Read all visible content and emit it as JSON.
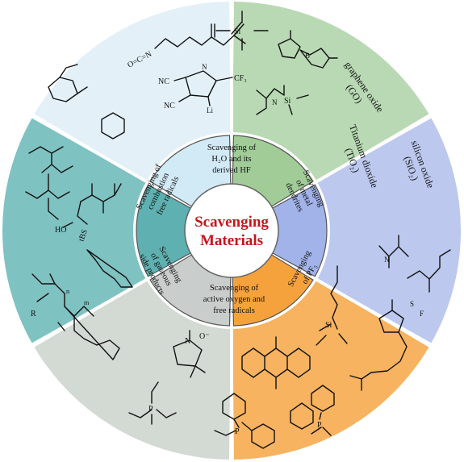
{
  "center": {
    "line1": "Scavenging",
    "line2": "Materials"
  },
  "categories": {
    "h2o_hf": [
      "Scavenging of",
      "H₂O and its",
      "derived HF"
    ],
    "metal_dendrites": [
      "Scavenging",
      "of metal",
      "dendrites"
    ],
    "pf5": [
      "Scavenging",
      "of PF₅"
    ],
    "active_oxygen": [
      "Scavenging of",
      "active oxygen and",
      "free radicals"
    ],
    "gaseous": [
      "Scavenging",
      "of gaseous",
      "side products"
    ],
    "combustion": [
      "Scavenging of",
      "combustion",
      "free radicals"
    ]
  },
  "oxides": {
    "graphene": [
      "graphene oxide",
      "(GO)"
    ],
    "silicon": [
      "silicon oxide",
      "(SiO₂)"
    ],
    "titanium": [
      "Titanium dioxide",
      "(TiO₂)"
    ]
  },
  "structure_labels": {
    "cf3": "CF₃",
    "nc_top": "NC",
    "nc_bottom": "NC",
    "li": "Li",
    "n_imid": "N",
    "n_amine": "N",
    "si_amine": "Si",
    "si_siloxane": "Si",
    "b_borate": "B",
    "ocn": "O=C=N",
    "tbs": "tBS",
    "ho": "HO",
    "r_group": "R",
    "n_sub": "n",
    "m_sub": "m",
    "n_nitrone": "N",
    "o_minus": "O⁻",
    "p_phos": "P",
    "p_phosphine": "P",
    "p_oxide": "P",
    "s_fsi": "S",
    "f_label": "F",
    "si_pf5": "Si",
    "n_pf5": "N"
  },
  "colors": {
    "h2o_hf_outer": "#e3f0f8",
    "metal_outer": "#b9d9b4",
    "pf5_outer": "#bcc8ee",
    "active_oxygen_outer": "#f7b35f",
    "gaseous_outer": "#d3d9d3",
    "combustion_outer": "#7fc2c2",
    "h2o_hf_inner": "#d2eaf6",
    "metal_inner": "#a1cc98",
    "pf5_inner": "#a2b3ea",
    "active_oxygen_inner": "#f5a23c",
    "gaseous_inner": "#c9cdcb",
    "combustion_inner": "#5fb0b0",
    "title": "#c4161c"
  }
}
